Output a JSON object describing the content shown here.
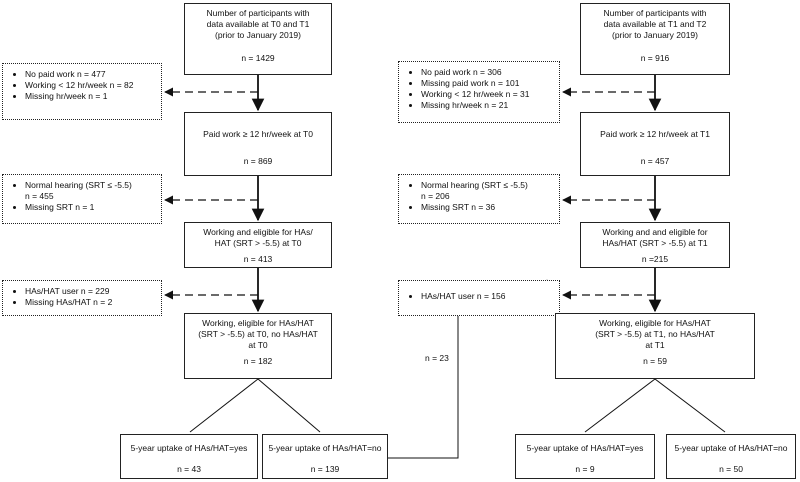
{
  "left": {
    "start": {
      "lines": [
        "Number of participants with",
        "data available at T0 and T1",
        "(prior to January 2019)"
      ],
      "n": "n = 1429"
    },
    "exclusion1": [
      "No paid work n = 477",
      "Working < 12 hr/week n = 82",
      "Missing hr/week n = 1"
    ],
    "step1": {
      "lines": [
        "Paid work ≥ 12 hr/week at T0"
      ],
      "n": "n = 869"
    },
    "exclusion2": [
      "Normal hearing (SRT ≤ -5.5)",
      "n = 455",
      "Missing SRT n = 1"
    ],
    "exclusion2_bullets": [
      true,
      false,
      true
    ],
    "step2": {
      "lines": [
        "Working and eligible for HAs/",
        "HAT (SRT > -5.5) at T0"
      ],
      "n": "n = 413"
    },
    "exclusion3": [
      "HAs/HAT user n = 229",
      "Missing HAs/HAT n = 2"
    ],
    "step3": {
      "lines": [
        "Working, eligible for HAs/HAT",
        "(SRT > -5.5) at T0, no HAs/HAT",
        "at T0"
      ],
      "n": "n = 182"
    },
    "out_yes": {
      "lines": [
        "5-year uptake of HAs/HAT=yes"
      ],
      "n": "n = 43"
    },
    "out_no": {
      "lines": [
        "5-year uptake of HAs/HAT=no"
      ],
      "n": "n = 139"
    }
  },
  "right": {
    "start": {
      "lines": [
        "Number of participants with",
        "data available at T1 and T2",
        "(prior to January 2019)"
      ],
      "n": "n = 916"
    },
    "exclusion1": [
      "No paid work n = 306",
      "Missing paid work n = 101",
      "Working < 12 hr/week n = 31",
      "Missing hr/week n = 21"
    ],
    "step1": {
      "lines": [
        "Paid work ≥ 12 hr/week at T1"
      ],
      "n": "n = 457"
    },
    "exclusion2": [
      "Normal hearing (SRT ≤ -5.5)",
      "n = 206",
      "Missing SRT n = 36"
    ],
    "exclusion2_bullets": [
      true,
      false,
      true
    ],
    "step2": {
      "lines": [
        "Working and and eligible for",
        "HAs/HAT (SRT > -5.5) at T1"
      ],
      "n": "n =215"
    },
    "exclusion3": [
      "HAs/HAT user n = 156"
    ],
    "step3": {
      "lines": [
        "Working, eligible for HAs/HAT",
        "(SRT > -5.5) at T1, no HAs/HAT",
        "at T1"
      ],
      "n": "n = 59"
    },
    "out_yes": {
      "lines": [
        "5-year uptake of HAs/HAT=yes"
      ],
      "n": "n = 9"
    },
    "out_no": {
      "lines": [
        "5-year uptake of HAs/HAT=no"
      ],
      "n": "n = 50"
    }
  },
  "transfer_label": "n = 23"
}
